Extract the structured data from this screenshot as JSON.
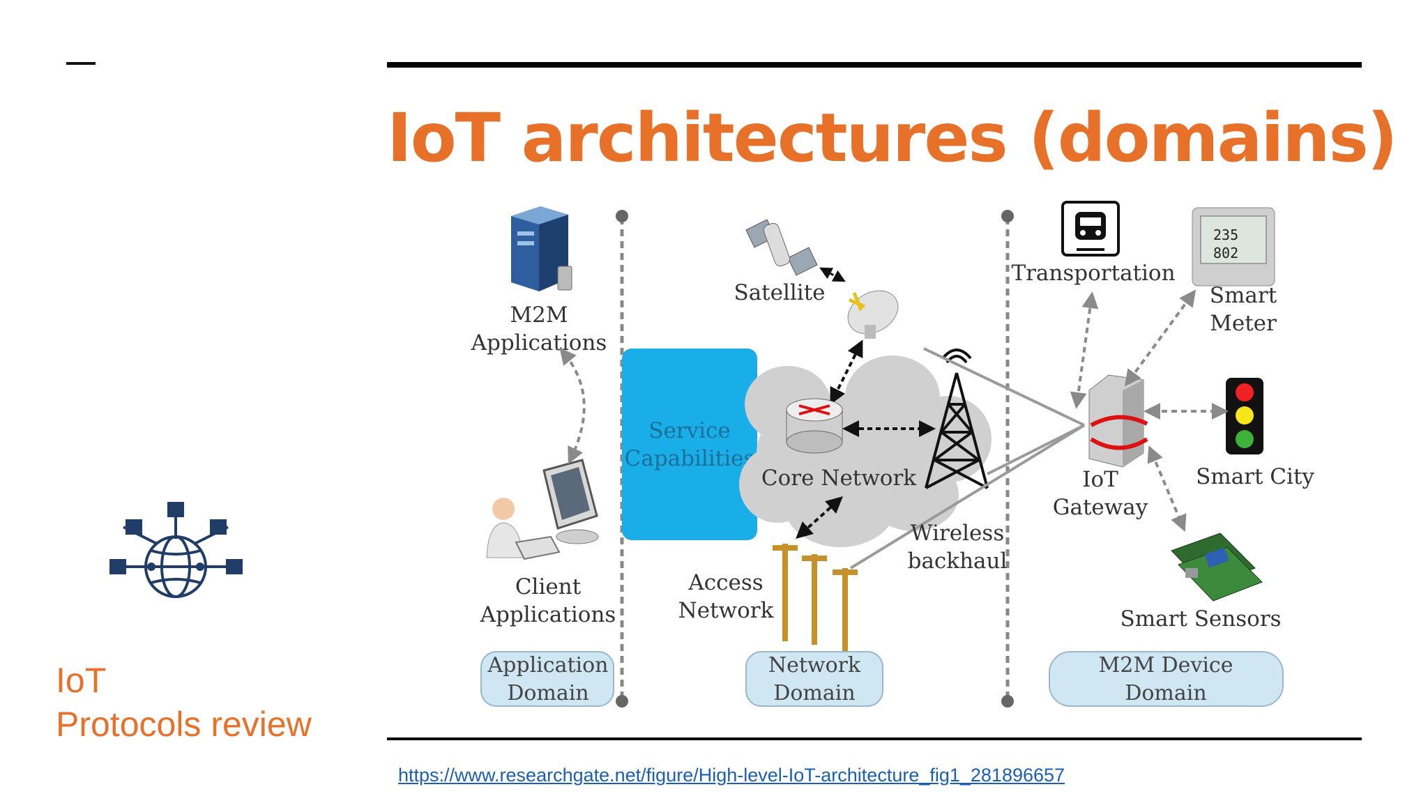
{
  "slide": {
    "title": "IoT architectures (domains)",
    "side_title_line1": "IoT",
    "side_title_line2": "Protocols review",
    "source_link": "https://www.researchgate.net/figure/High-level-IoT-architecture_fig1_281896657"
  },
  "diagram": {
    "m2m_line1": "M2M",
    "m2m_line2": "Applications",
    "client_line1": "Client",
    "client_line2": "Applications",
    "service_line1": "Service",
    "service_line2": "Capabilities",
    "satellite": "Satellite",
    "core_network": "Core Network",
    "access_line1": "Access",
    "access_line2": "Network",
    "wireless_line1": "Wireless",
    "wireless_line2": "backhaul",
    "transportation": "Transportation",
    "smart_meter_line1": "Smart",
    "smart_meter_line2": "Meter",
    "meter_reading1": "235",
    "meter_reading2": "802",
    "smart_city": "Smart City",
    "gateway_line1": "IoT",
    "gateway_line2": "Gateway",
    "smart_sensors": "Smart Sensors",
    "app_domain_line1": "Application",
    "app_domain_line2": "Domain",
    "net_domain_line1": "Network",
    "net_domain_line2": "Domain",
    "dev_domain_line1": "M2M Device",
    "dev_domain_line2": "Domain"
  },
  "colors": {
    "title": "#e8712a",
    "service_box": "#1aaee8",
    "domain_box": "#cfe6f3",
    "icon_navy": "#1f3d66",
    "cloud": "#d0d0d0"
  }
}
